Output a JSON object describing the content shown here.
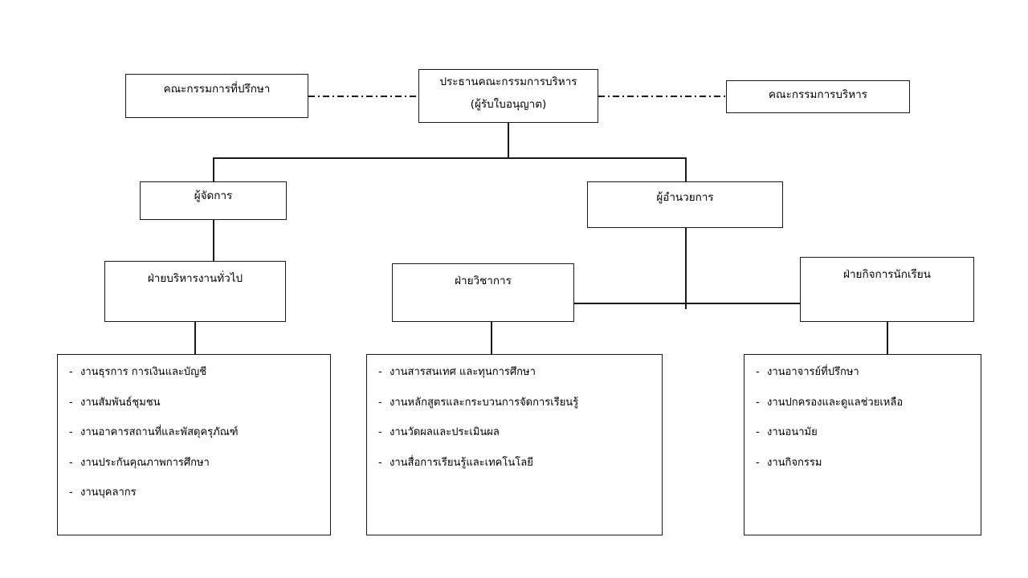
{
  "chart_title": "",
  "colors": {
    "background": "#ffffff",
    "line": "#1a1a1a",
    "text": "#000000"
  },
  "nodes": {
    "advisory": {
      "label": "คณะกรรมการที่ปรึกษา"
    },
    "chairman": {
      "label_line1": "ประธานคณะกรรมการบริหาร",
      "label_line2": "(ผู้รับใบอนุญาต)"
    },
    "exec_committee": {
      "label": "คณะกรรมการบริหาร"
    },
    "manager": {
      "label": "ผู้จัดการ"
    },
    "director": {
      "label": "ผู้อำนวยการ"
    },
    "general_affairs": {
      "label": "ฝ่ายบริหารงานทั่วไป"
    },
    "academic": {
      "label": "ฝ่ายวิชาการ"
    },
    "student_affairs": {
      "label": "ฝ่ายกิจการนักเรียน"
    }
  },
  "bullet": "-",
  "lists": {
    "general_affairs": [
      "งานธุรการ การเงินและบัญชี",
      "งานสัมพันธ์ชุมชน",
      "งานอาคารสถานที่และพัสดุครุภัณฑ์",
      "งานประกันคุณภาพการศึกษา",
      "งานบุคลากร"
    ],
    "academic": [
      "งานสารสนเทศ และทุนการศึกษา",
      "งานหลักสูตรและกระบวนการจัดการเรียนรู้",
      "งานวัดผลและประเมินผล",
      "งานสื่อการเรียนรู้และเทคโนโลยี"
    ],
    "student_affairs": [
      "งานอาจารย์ที่ปรึกษา",
      "งานปกครองและดูแลช่วยเหลือ",
      "งานอนามัย",
      "งานกิจกรรม"
    ]
  }
}
